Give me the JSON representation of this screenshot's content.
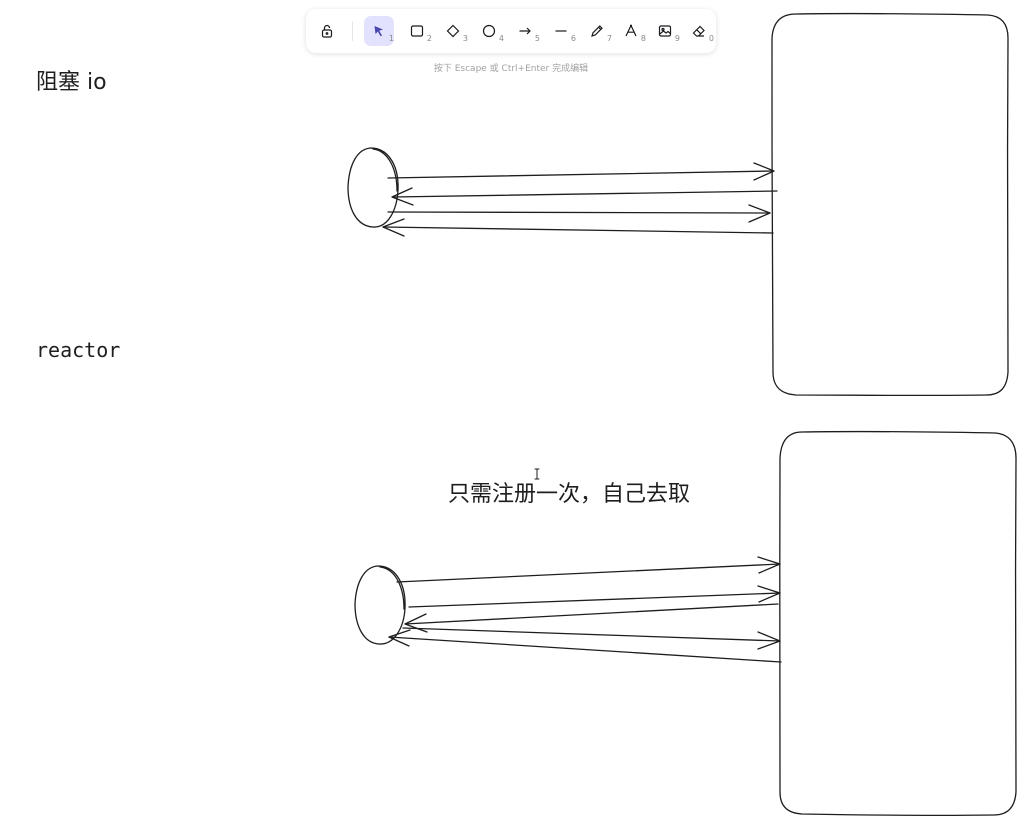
{
  "toolbar": {
    "tools": [
      {
        "name": "lock-icon",
        "shortcut": ""
      },
      {
        "name": "selection-icon",
        "shortcut": "1"
      },
      {
        "name": "rectangle-icon",
        "shortcut": "2"
      },
      {
        "name": "diamond-icon",
        "shortcut": "3"
      },
      {
        "name": "ellipse-icon",
        "shortcut": "4"
      },
      {
        "name": "arrow-icon",
        "shortcut": "5"
      },
      {
        "name": "line-icon",
        "shortcut": "6"
      },
      {
        "name": "pencil-icon",
        "shortcut": "7"
      },
      {
        "name": "text-icon",
        "shortcut": "8"
      },
      {
        "name": "image-icon",
        "shortcut": "9"
      },
      {
        "name": "eraser-icon",
        "shortcut": "0"
      }
    ],
    "active_tool": "selection",
    "hint": "按下 Escape 或 Ctrl+Enter 完成编辑"
  },
  "canvas": {
    "label_blocking": "阻塞 io",
    "label_reactor": "reactor",
    "note": "只需注册一次，自己去取"
  },
  "colors": {
    "stroke": "#1e1e1e",
    "active_tool_bg": "#e3e2fe",
    "active_tool_fg": "#4a47b1"
  }
}
